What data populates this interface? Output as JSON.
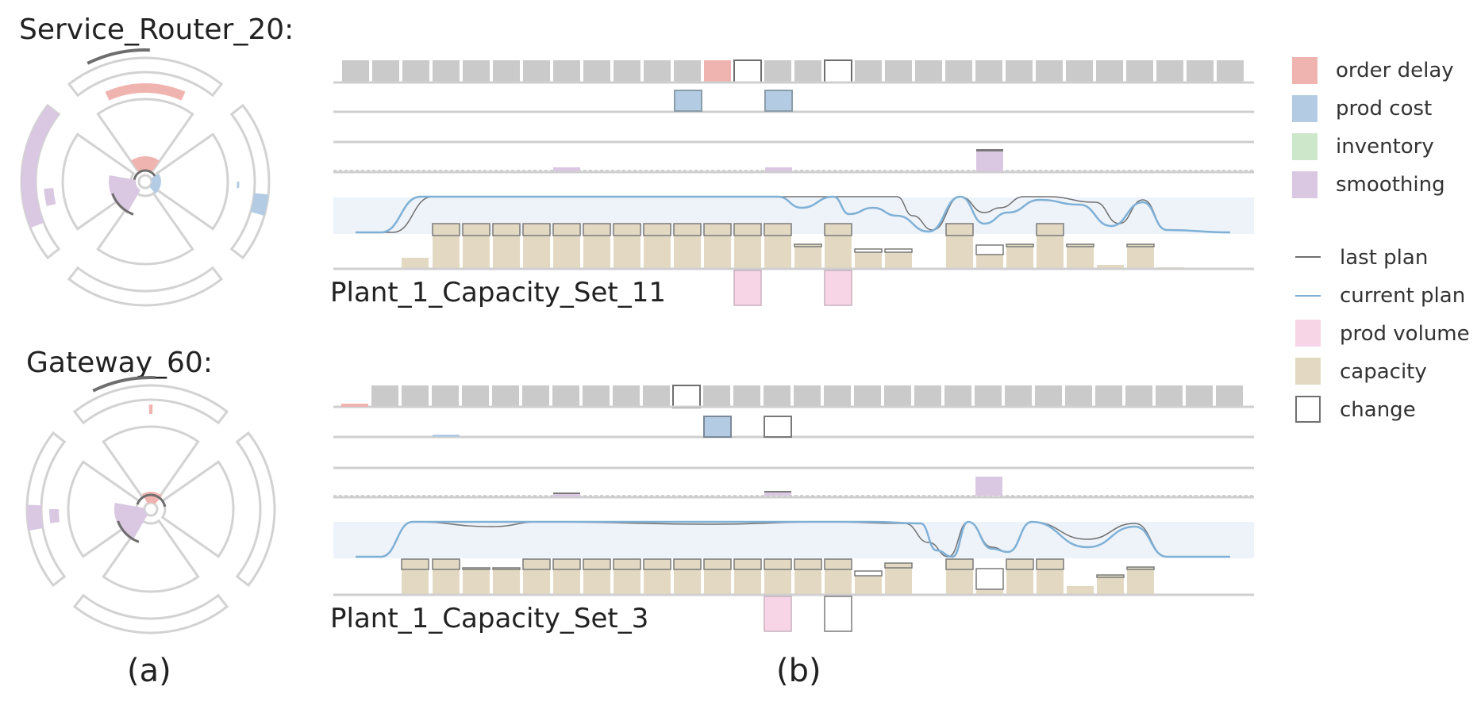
{
  "panel_a": {
    "glyph_titles": [
      "Service_Router_20:",
      "Gateway_60:"
    ]
  },
  "panel_b": {
    "plans": [
      {
        "name": "Plant_1_Capacity_Set_11"
      },
      {
        "name": "Plant_1_Capacity_Set_3"
      }
    ]
  },
  "captions": {
    "a": "(a)",
    "b": "(b)"
  },
  "legend": {
    "items": [
      {
        "label": "order delay",
        "kind": "swatch",
        "color": "#f0b4b0"
      },
      {
        "label": "prod cost",
        "kind": "swatch",
        "color": "#b3cce4"
      },
      {
        "label": "inventory",
        "kind": "swatch",
        "color": "#cde7cb"
      },
      {
        "label": "smoothing",
        "kind": "swatch",
        "color": "#dac8e2"
      },
      {
        "label": "last plan",
        "kind": "line",
        "color": "#707070"
      },
      {
        "label": "current plan",
        "kind": "line",
        "color": "#7fb0d6"
      },
      {
        "label": "prod volume",
        "kind": "swatch",
        "color": "#f7d5e6"
      },
      {
        "label": "capacity",
        "kind": "swatch",
        "color": "#e3d9c2"
      },
      {
        "label": "change",
        "kind": "outline",
        "color": "#707070"
      }
    ]
  },
  "colors": {
    "grid_cell": "#cacaca",
    "band": "#eef3f9",
    "order_delay": "#f0b4b0",
    "prod_cost": "#b3cce4",
    "smoothing": "#dac8e2",
    "capacity": "#e3d9c2",
    "prod_volume": "#f7d5e6",
    "last_plan": "#707070",
    "current_plan": "#7fb0d6"
  }
}
